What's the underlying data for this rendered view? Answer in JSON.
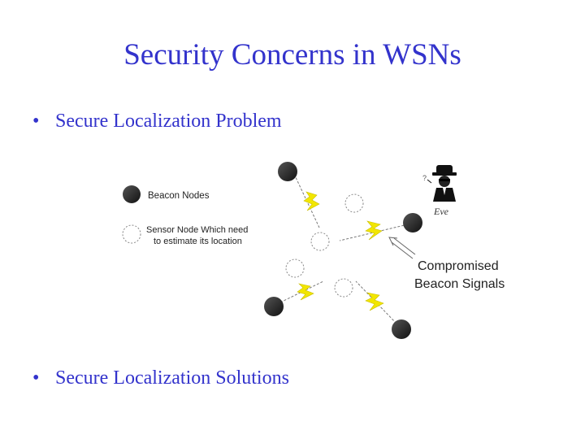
{
  "slide": {
    "title": "Security Concerns in WSNs",
    "bullets": [
      {
        "marker": "•",
        "text": "Secure Localization Problem"
      },
      {
        "marker": "•",
        "text": "Secure Localization Solutions"
      }
    ]
  },
  "diagram": {
    "legend": {
      "beacon_label": "Beacon Nodes",
      "sensor_label_line1": "Sensor Node Which need",
      "sensor_label_line2": "to estimate its location"
    },
    "attacker_label": "Eve",
    "compromised_line1": "Compromised",
    "compromised_line2": "Beacon Signals",
    "colors": {
      "text_blue": "#3333cc",
      "node": "#1a1a1a",
      "lightning": "#f2e600",
      "sensor_stroke": "#888888"
    }
  }
}
